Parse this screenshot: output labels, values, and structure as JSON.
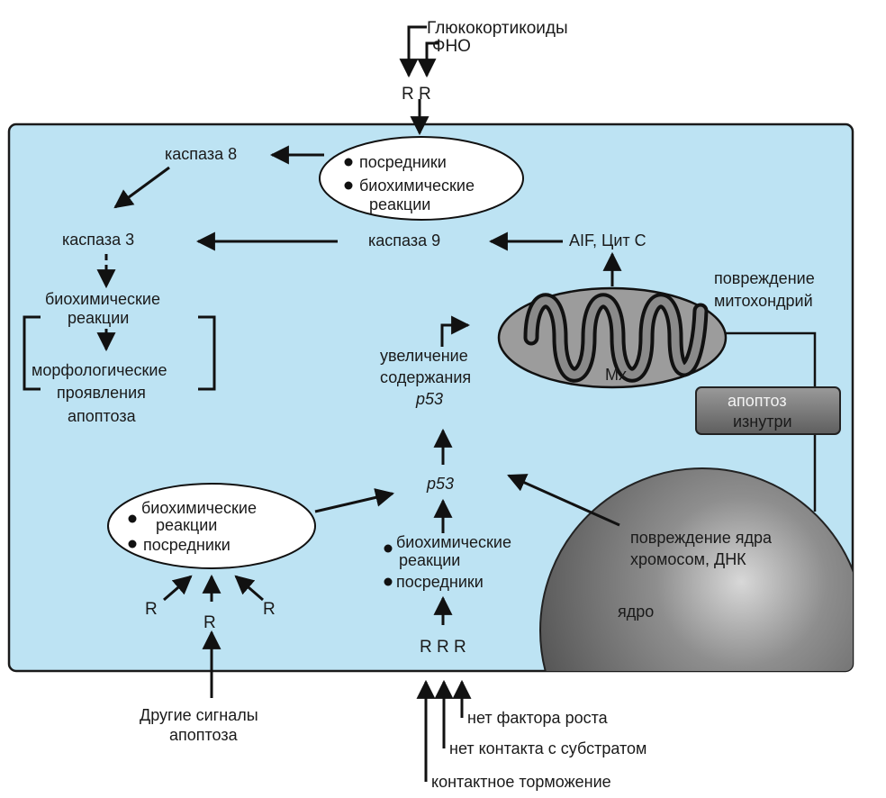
{
  "external_top": {
    "line1": "Глюкокортикоиды",
    "line2": "ФНО",
    "receptors": "R R"
  },
  "top_oval": {
    "item1": "посредники",
    "item2_line1": "биохимические",
    "item2_line2": "реакции"
  },
  "caspase8": "каспаза 8",
  "caspase3": "каспаза 3",
  "caspase9": "каспаза 9",
  "aif": "AIF, Цит С",
  "left_chain": {
    "biochem_line1": "биохимические",
    "biochem_line2": "реакции",
    "morph_line1": "морфологические",
    "morph_line2": "проявления",
    "morph_line3": "апоптоза"
  },
  "mito": {
    "damage_line1": "повреждение",
    "damage_line2": "митохондрий",
    "label": "Mx"
  },
  "p53_increase": {
    "line1": "увеличение",
    "line2": "содержания",
    "line3": "p53"
  },
  "apoptosis_inside": {
    "line1": "апоптоз",
    "line2": "изнутри"
  },
  "p53_center": "p53",
  "left_oval": {
    "item1_line1": "биохимические",
    "item1_line2": "реакции",
    "item2": "посредники"
  },
  "center_lower": {
    "item1_line1": "биохимические",
    "item1_line2": "реакции",
    "item2": "посредники",
    "receptors": "R R R"
  },
  "nucleus": {
    "damage_line1": "повреждение ядра",
    "damage_line2": "хромосом, ДНК",
    "label": "ядро"
  },
  "receptor_r": "R",
  "other_signals": {
    "line1": "Другие сигналы",
    "line2": "апоптоза"
  },
  "bottom_signals": {
    "line1": "нет фактора роста",
    "line2": "нет контакта с субстратом",
    "line3": "контактное торможение"
  },
  "colors": {
    "cell_fill": "#bde3f3",
    "nucleus": "#6e6e6e",
    "mitochondrion": "#9c9c9c",
    "apoptosis_box": "#7c7c7c"
  }
}
